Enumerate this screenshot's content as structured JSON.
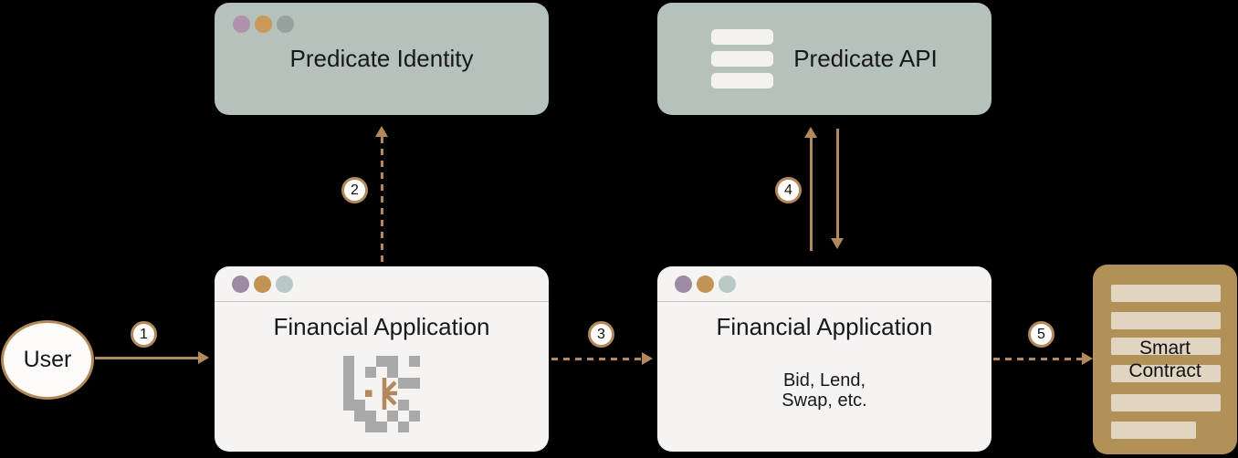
{
  "palette": {
    "background": "#000000",
    "accent_tan": "#b2895a",
    "sage_panel": "#b5c1bb",
    "window_bg": "#f5f4f2",
    "contract_fill": "#b29159",
    "contract_bar": "#e1d4c1",
    "qr_gray": "#a9a9a9",
    "dot_purple": "#9d8aa5",
    "dot_gold": "#c29355",
    "dot_bluegray": "#b9c7c7",
    "sage_dot_purple": "#b192ac",
    "sage_dot_gold": "#ca9959",
    "sage_dot_gray": "#97a29e",
    "text_dark": "#17171c"
  },
  "nodes": {
    "user": {
      "label": "User"
    },
    "predicate_identity": {
      "label": "Predicate Identity"
    },
    "predicate_api": {
      "label": "Predicate API"
    },
    "financial_app_1": {
      "title": "Financial Application",
      "qr_pattern": [
        "1001101",
        "1010100",
        "1000011",
        "1000000",
        "1100010",
        "0110101",
        "0011010"
      ]
    },
    "financial_app_2": {
      "title": "Financial Application",
      "body_lines": [
        "Bid, Lend,",
        "Swap, etc."
      ]
    },
    "smart_contract": {
      "lines": [
        "Smart",
        "Contract"
      ]
    }
  },
  "flow": {
    "steps": [
      {
        "number": "1",
        "from": "user",
        "to": "financial_app_1",
        "style": "solid-right"
      },
      {
        "number": "2",
        "from": "financial_app_1",
        "to": "predicate_identity",
        "style": "dashed-up"
      },
      {
        "number": "3",
        "from": "financial_app_1",
        "to": "financial_app_2",
        "style": "dashed-right"
      },
      {
        "number": "4",
        "from": "financial_app_2",
        "to": "predicate_api",
        "style": "solid-bidirectional"
      },
      {
        "number": "5",
        "from": "financial_app_2",
        "to": "smart_contract",
        "style": "dashed-right"
      }
    ]
  },
  "icons": {
    "window_dots": "traffic-light-dots",
    "predicate_api_icon": "server-stack-icon",
    "financial_app_icon": "qr-code-icon",
    "qr_center_mark": "asterisk-logo-icon",
    "smart_contract_icon": "document-lines-icon"
  }
}
